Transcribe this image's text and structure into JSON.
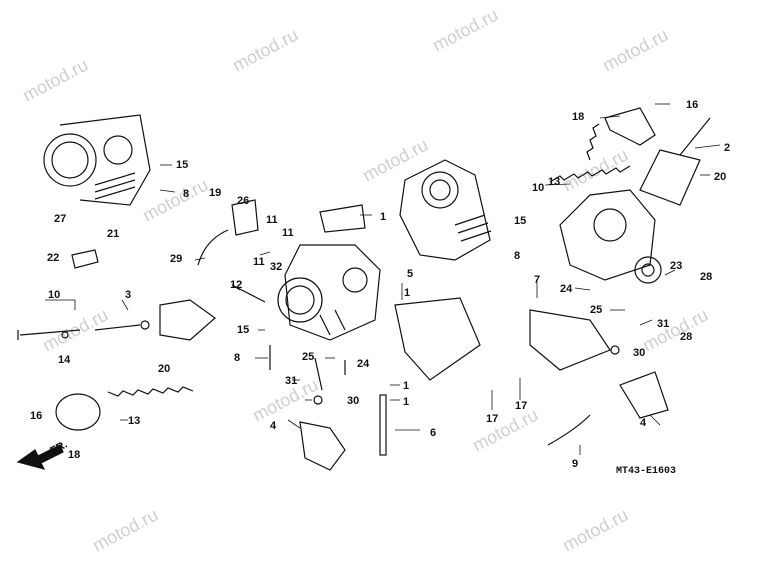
{
  "watermark": "motod.ru",
  "diagram_code": "MT43-E1603",
  "front_label": "FR.",
  "callouts": {
    "c16a": "16",
    "c18a": "18",
    "c2": "2",
    "c20a": "20",
    "c13a": "13",
    "c10a": "10",
    "c15a": "15",
    "c8a": "8",
    "c1a": "1",
    "c11a": "11",
    "c11b": "11",
    "c11c": "11",
    "c19": "19",
    "c26": "26",
    "c27": "27",
    "c21": "21",
    "c22": "22",
    "c29": "29",
    "c10b": "10",
    "c3": "3",
    "c14": "14",
    "c20b": "20",
    "c12": "12",
    "c15b": "15",
    "c8b": "8",
    "c32": "32",
    "c5": "5",
    "c1b": "1",
    "c7": "7",
    "c15c": "15",
    "c8c": "8",
    "c24a": "24",
    "c23": "23",
    "c28a": "28",
    "c28b": "28",
    "c25a": "25",
    "c31a": "31",
    "c30a": "30",
    "c16b": "16",
    "c18b": "18",
    "c13b": "13",
    "c25b": "25",
    "c24b": "24",
    "c31b": "31",
    "c30b": "30",
    "c1c": "1",
    "c1d": "1",
    "c4a": "4",
    "c6": "6",
    "c17a": "17",
    "c17b": "17",
    "c9": "9",
    "c4b": "4"
  },
  "colors": {
    "ink": "#111111",
    "watermark": "#cfcfcf",
    "background": "#ffffff"
  }
}
